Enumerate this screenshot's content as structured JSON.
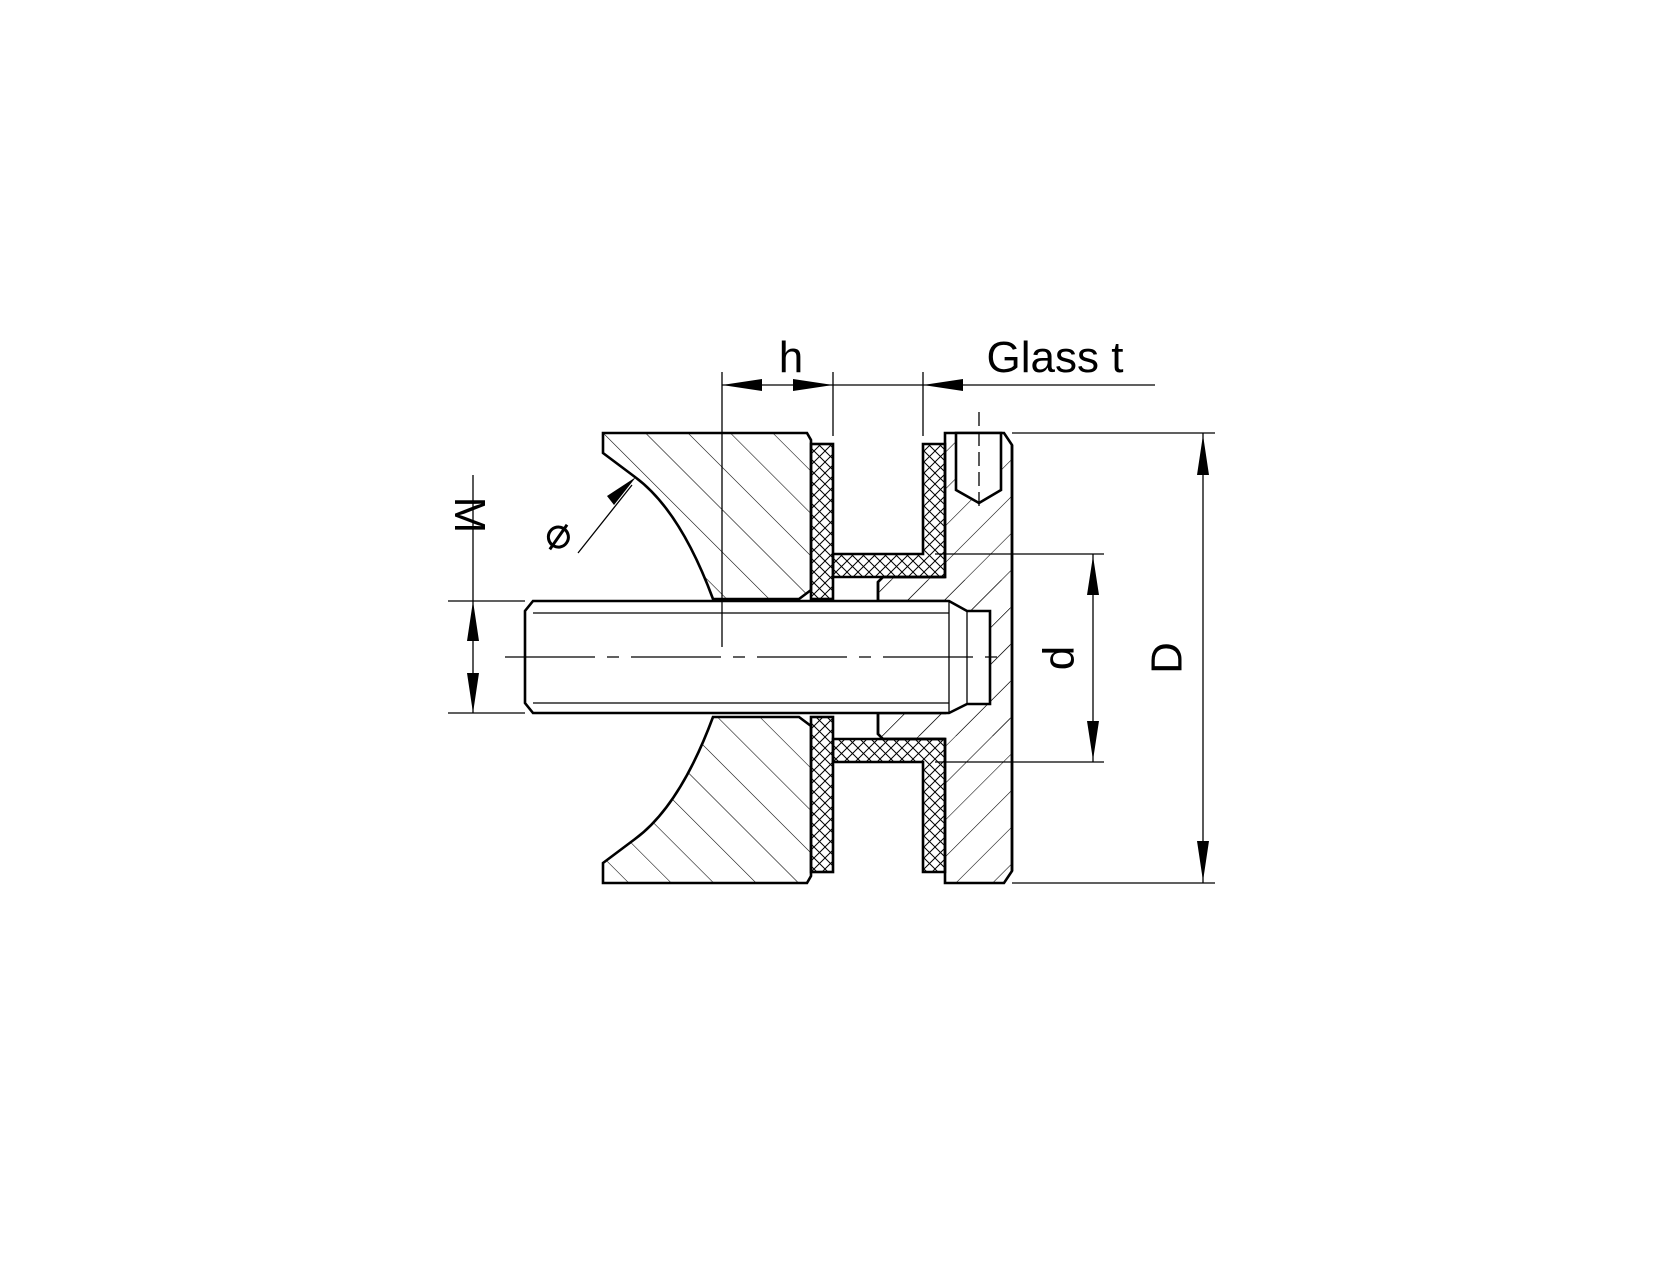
{
  "drawing": {
    "labels": {
      "h": "h",
      "glass_t": "Glass t",
      "M": "M",
      "d": "d",
      "D": "D",
      "diameter_symbol": "⌀"
    },
    "colors": {
      "line": "#000000",
      "background": "#ffffff"
    }
  }
}
